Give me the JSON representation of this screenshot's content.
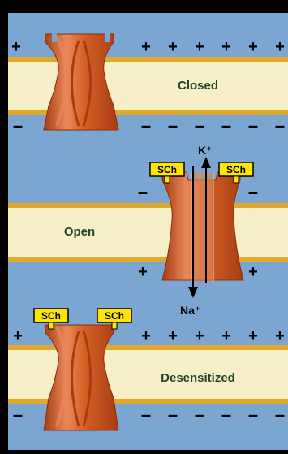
{
  "colors": {
    "page_background": "#000000",
    "panel_background": "#7ba6d1",
    "membrane_core": "#f7efc8",
    "membrane_edge": "#e0a92e",
    "channel_fill": "#d45f24",
    "channel_highlight": "#e9885a",
    "channel_shadow": "#a73c12",
    "label_text": "#21452b",
    "drug_box_fill": "#ffe600",
    "drug_box_border": "#000000",
    "charge_text": "#000000"
  },
  "icons": {
    "channel": "ion-channel-protein",
    "drug": "succinylcholine-tag",
    "arrow": "ion-flow-arrow"
  },
  "states": {
    "closed": {
      "label": "Closed"
    },
    "open": {
      "label": "Open"
    },
    "desensitized": {
      "label": "Desensitized"
    }
  },
  "drug": {
    "label": "SCh"
  },
  "ions": {
    "outward": "K⁺",
    "inward": "Na⁺"
  },
  "charges": {
    "positive": "+",
    "negative": "–"
  }
}
